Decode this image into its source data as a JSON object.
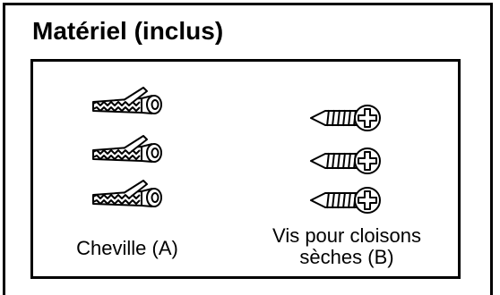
{
  "section": {
    "title": "Matériel (inclus)"
  },
  "items": [
    {
      "label": "Cheville (A)",
      "icon": "wall-anchor-icon",
      "quantity_shown": 3
    },
    {
      "label": "Vis pour cloisons sèches (B)",
      "icon": "drywall-screw-icon",
      "quantity_shown": 3
    }
  ]
}
